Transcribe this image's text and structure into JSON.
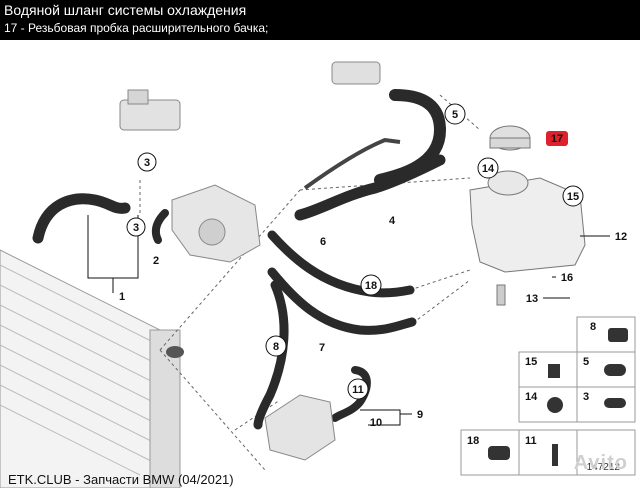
{
  "header": {
    "title": "Водяной шланг системы охлаждения",
    "subtitle": "17 - Резьбовая пробка расширительного бачка;"
  },
  "footer": "ETK.CLUB - Запчасти BMW (04/2021)",
  "watermark": "Avito",
  "diagram_number": "147212",
  "callouts": {
    "c1": "1",
    "c2": "2",
    "c3a": "3",
    "c3b": "3",
    "c4": "4",
    "c5": "5",
    "c6": "6",
    "c7": "7",
    "c8": "8",
    "c9": "9",
    "c10": "10",
    "c11": "11",
    "c12": "12",
    "c13": "13",
    "c14": "14",
    "c15": "15",
    "c16": "16",
    "c17": "17",
    "c18": "18"
  },
  "legend": {
    "l8": "8",
    "l15": "15",
    "l5": "5",
    "l14": "14",
    "l3": "3",
    "l18": "18",
    "l11": "11"
  },
  "colors": {
    "highlight": "#e0202c",
    "hose": "#2a2a2a"
  }
}
